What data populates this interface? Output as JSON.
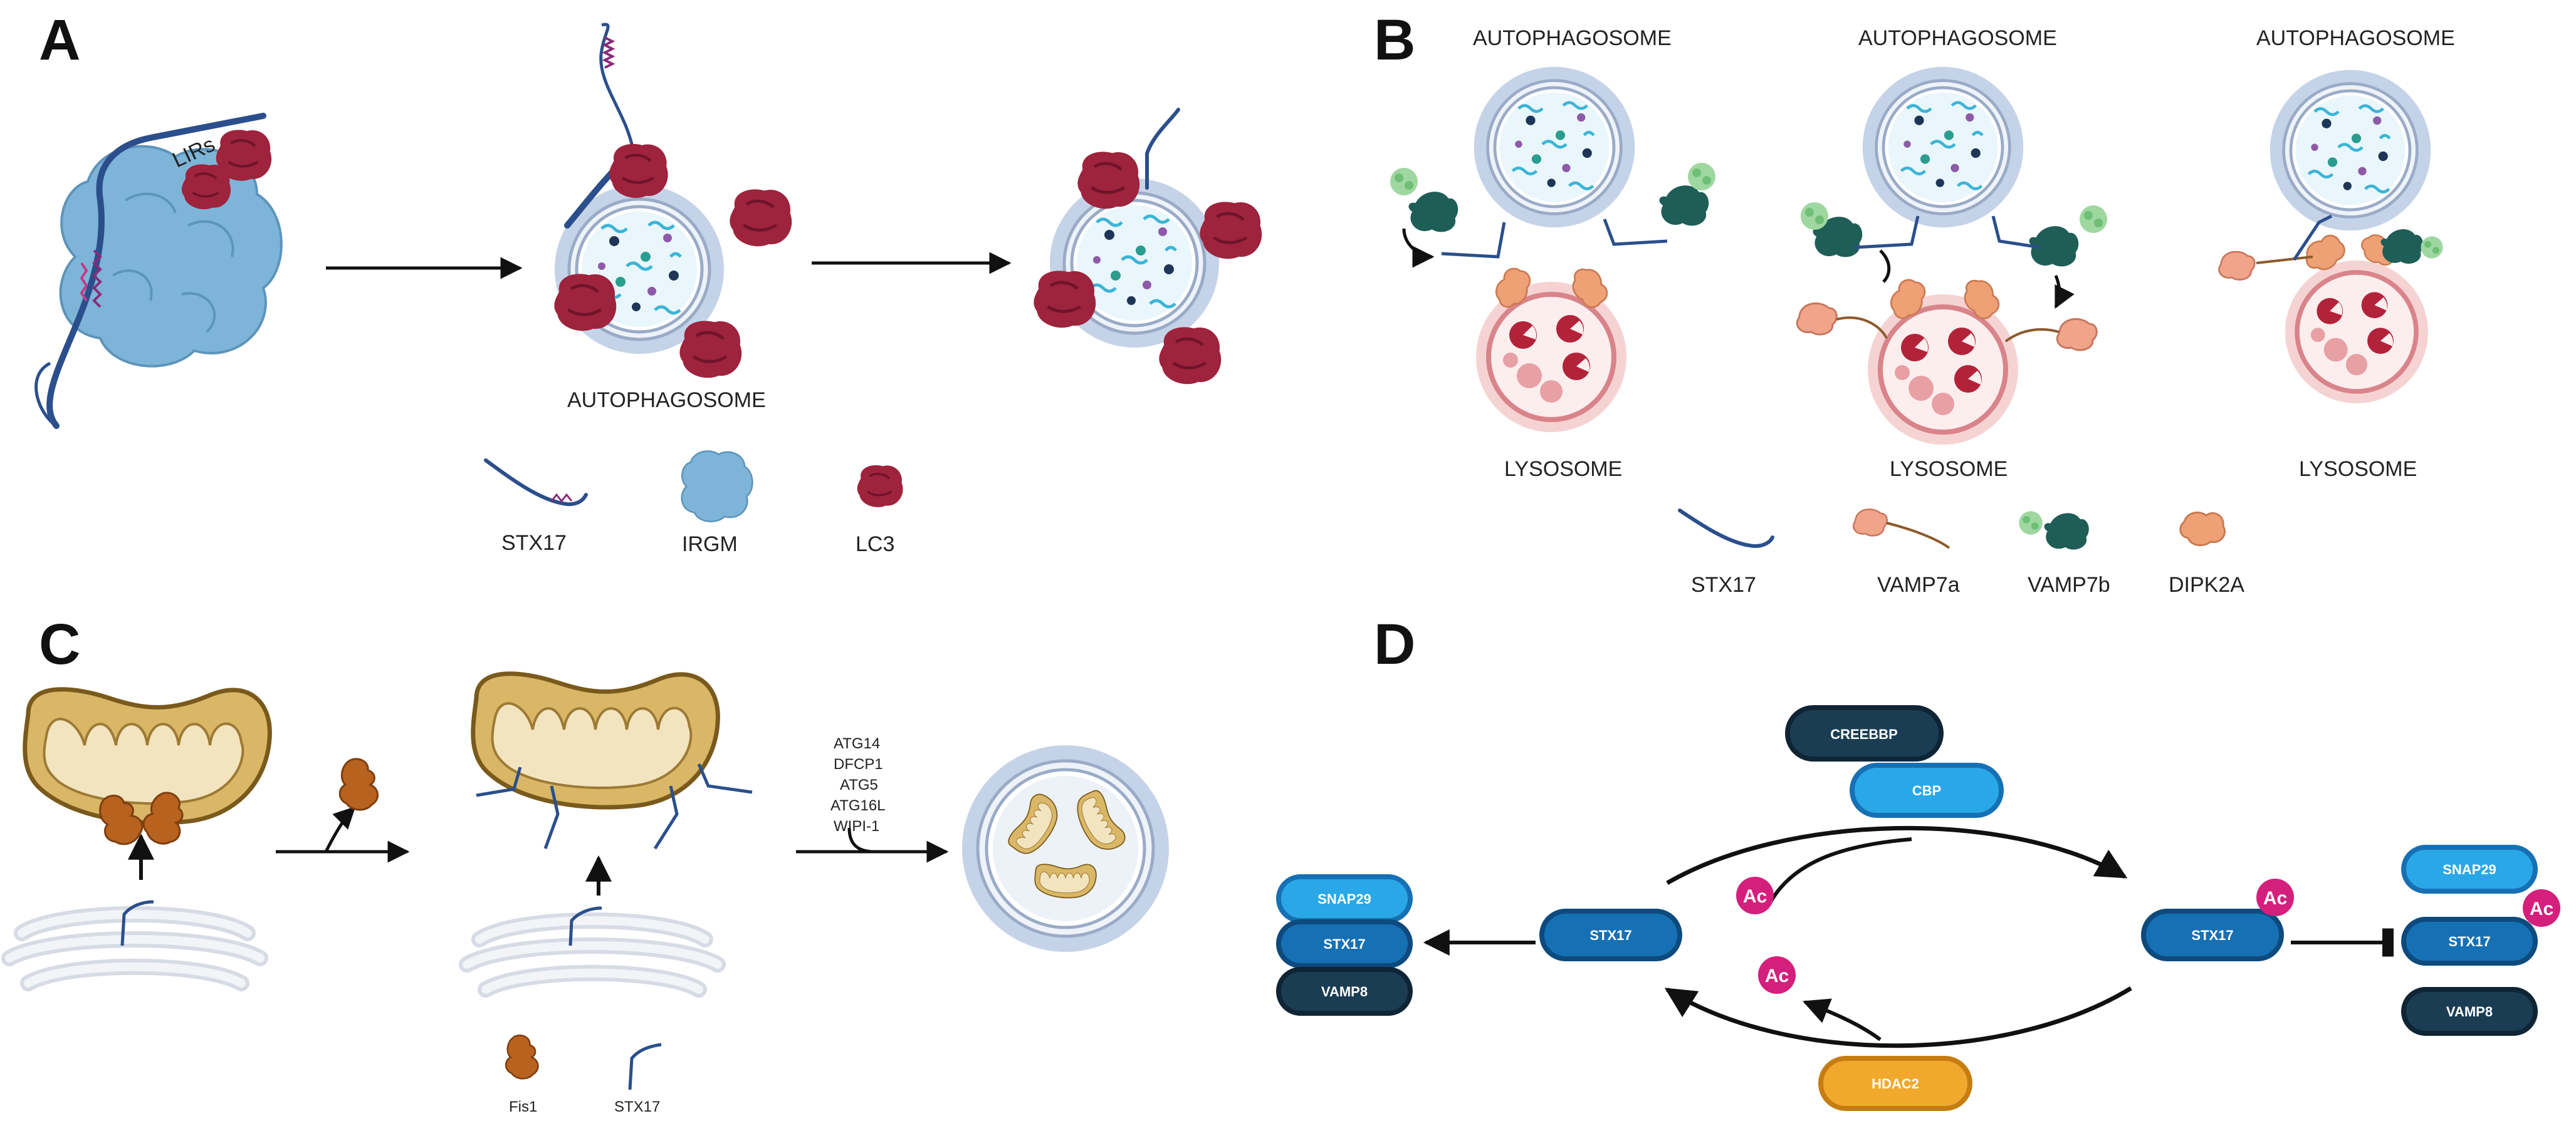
{
  "panels": {
    "a": {
      "letter": "A",
      "lirs_label": "LIRs",
      "autophagosome_label": "AUTOPHAGOSOME",
      "legend": [
        "STX17",
        "IRGM",
        "LC3"
      ]
    },
    "b": {
      "letter": "B",
      "autophagosome_label": "AUTOPHAGOSOME",
      "lysosome_label": "LYSOSOME",
      "legend": [
        "STX17",
        "VAMP7a",
        "VAMP7b",
        "DIPK2A"
      ]
    },
    "c": {
      "letter": "C",
      "factors": [
        "ATG14",
        "DFCP1",
        "ATG5",
        "ATG16L",
        "WIPI-1"
      ],
      "legend": [
        "Fis1",
        "STX17"
      ]
    },
    "d": {
      "letter": "D",
      "creebbp": "CREEBBP",
      "cbp": "CBP",
      "hdac2": "HDAC2",
      "ac": "Ac",
      "snap29": "SNAP29",
      "stx17": "STX17",
      "vamp8": "VAMP8"
    }
  },
  "colors": {
    "irgm": "#7fb6d9",
    "lc3": "#a3263e",
    "stx17": "#2b4f8c",
    "ac": "#d41f7d",
    "pill_dark": "#1b3d54",
    "pill_mid": "#1670b4",
    "pill_light": "#2aa7e6",
    "hdac2": "#f0a92c",
    "mito": "#d8b86b",
    "fis1": "#b8621f"
  }
}
